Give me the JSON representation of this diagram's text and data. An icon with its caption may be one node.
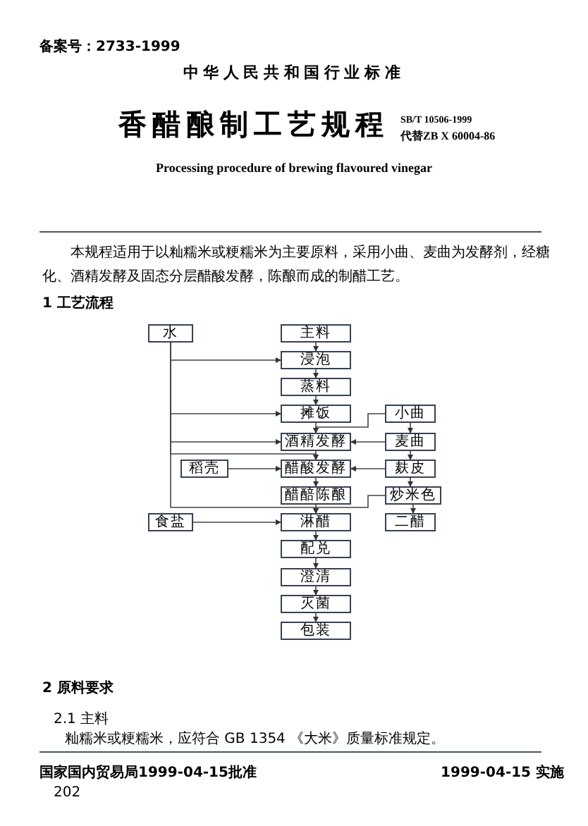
{
  "diagram": {
    "title": "香醋酿制工艺规程",
    "nodes": [
      {
        "text": [
          "水"
        ]
      },
      {
        "text": [
          "主料"
        ]
      },
      {
        "text": [
          "浸泡"
        ]
      },
      {
        "text": [
          "蒸料"
        ]
      },
      {
        "text": [
          "摊饭"
        ]
      },
      {
        "text": [
          "小曲"
        ]
      },
      {
        "text": [
          "酒精发酵"
        ]
      },
      {
        "text": [
          "麦曲"
        ]
      },
      {
        "text": [
          "稻壳"
        ]
      },
      {
        "text": [
          "醋酸发酵"
        ]
      },
      {
        "text": [
          "麸皮"
        ]
      },
      {
        "text": [
          "醋醅陈酿"
        ]
      },
      {
        "text": [
          "炒米色"
        ]
      },
      {
        "text": [
          "食盐"
        ]
      },
      {
        "text": [
          "淋醋"
        ]
      },
      {
        "text": [
          "二醋"
        ]
      },
      {
        "text": [
          "配兑"
        ]
      },
      {
        "text": [
          "澄清"
        ]
      },
      {
        "text": [
          "灭菌"
        ]
      },
      {
        "text": [
          "包装"
        ]
      }
    ],
    "edges": [
      {
        "from": 1,
        "to": 2,
        "arrow": "to"
      },
      {
        "from": 2,
        "to": 3,
        "arrow": "to"
      },
      {
        "from": 3,
        "to": 4,
        "arrow": "to"
      },
      {
        "from": 4,
        "to": 6,
        "arrow": "to"
      },
      {
        "from": 6,
        "to": 9,
        "arrow": "to"
      },
      {
        "from": 9,
        "to": 11,
        "arrow": "to"
      },
      {
        "from": 11,
        "to": 14,
        "arrow": "to"
      },
      {
        "from": 14,
        "to": 16,
        "arrow": "to"
      },
      {
        "from": 16,
        "to": 17,
        "arrow": "to"
      },
      {
        "from": 17,
        "to": 18,
        "arrow": "to"
      },
      {
        "from": 18,
        "to": 19,
        "arrow": "to"
      },
      {
        "from": 0,
        "to": 2,
        "arrow": "to"
      },
      {
        "from": 0,
        "to": 4,
        "arrow": "to"
      },
      {
        "from": 0,
        "to": 6,
        "arrow": "to"
      },
      {
        "from": 0,
        "to": 9,
        "arrow": "to"
      },
      {
        "from": 0,
        "to": 14,
        "arrow": "to"
      },
      {
        "from": 5,
        "to": 6,
        "arrow": "to"
      },
      {
        "from": 5,
        "to": 7,
        "arrow": "to"
      },
      {
        "from": 7,
        "to": 6,
        "arrow": "to"
      },
      {
        "from": 7,
        "to": 10,
        "arrow": "to"
      },
      {
        "from": 10,
        "to": 9,
        "arrow": "to"
      },
      {
        "from": 10,
        "to": 12,
        "arrow": "to"
      },
      {
        "from": 12,
        "to": 14,
        "arrow": "to"
      },
      {
        "from": 12,
        "to": 15,
        "arrow": "to"
      },
      {
        "from": 8,
        "to": 9,
        "arrow": "to"
      },
      {
        "from": 13,
        "to": 14,
        "arrow": "to"
      }
    ],
    "labels": [
      "备案号：2733-1999",
      "中华人民共和国行业标准",
      "SB/T 10506-1999",
      "代替ZB X 60004-86",
      "Processing procedure of brewing flavoured vinegar",
      "本规程适用于以籼糯米或粳糯米为主要原料，采用小曲、麦曲为发酵剂，经糖化、酒精发酵及固态分层醋酸发酵，陈酿而成的制醋工艺。",
      "1 工艺流程",
      "2 原料要求",
      "2.1 主料",
      "籼糯米或粳糯米，应符合 GB 1354 《大米》质量标准规定。",
      "国家国内贸易局1999-04-15批准",
      "1999-04-15 实施",
      "202"
    ]
  }
}
